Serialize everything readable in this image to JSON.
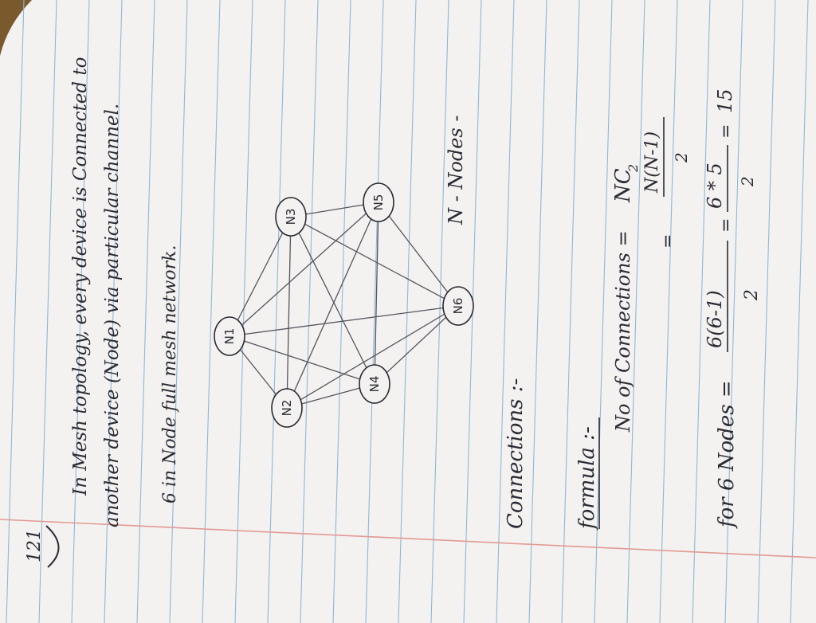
{
  "page_label": "121",
  "intro": {
    "line1": "In Mesh topology, every device is Connected to",
    "line2": "another device (Node) via particular channel."
  },
  "diagram_caption": "6 in Node full mesh network.",
  "nodes": [
    "N1",
    "N2",
    "N3",
    "N4",
    "N5",
    "N6"
  ],
  "edges": [
    [
      "N1",
      "N2"
    ],
    [
      "N1",
      "N3"
    ],
    [
      "N1",
      "N4"
    ],
    [
      "N1",
      "N5"
    ],
    [
      "N1",
      "N6"
    ],
    [
      "N2",
      "N3"
    ],
    [
      "N2",
      "N4"
    ],
    [
      "N2",
      "N5"
    ],
    [
      "N2",
      "N6"
    ],
    [
      "N3",
      "N4"
    ],
    [
      "N3",
      "N5"
    ],
    [
      "N3",
      "N6"
    ],
    [
      "N4",
      "N5"
    ],
    [
      "N4",
      "N6"
    ],
    [
      "N5",
      "N6"
    ]
  ],
  "n_nodes_label": "N - Nodes -",
  "connections_heading": "Connections :-",
  "formula": {
    "heading": "formula :-",
    "line1_prefix": "No of Connections =",
    "line1_value": "NC",
    "line1_sub": "2",
    "line2_num": "N(N-1)",
    "line2_den": "2",
    "line2_eq": "="
  },
  "example": {
    "prefix": "for 6 Nodes =",
    "num1": "6(6-1)",
    "den1": "2",
    "num2": "6 * 5",
    "den2": "2",
    "result": "15",
    "eq": "=",
    "eq2": "="
  },
  "colors": {
    "paper": "#f3f2f0",
    "rule_line": "#8fb8d6",
    "margin_line": "#e39a94",
    "ink": "#2b2b35",
    "desk": "#7a5a2c"
  }
}
